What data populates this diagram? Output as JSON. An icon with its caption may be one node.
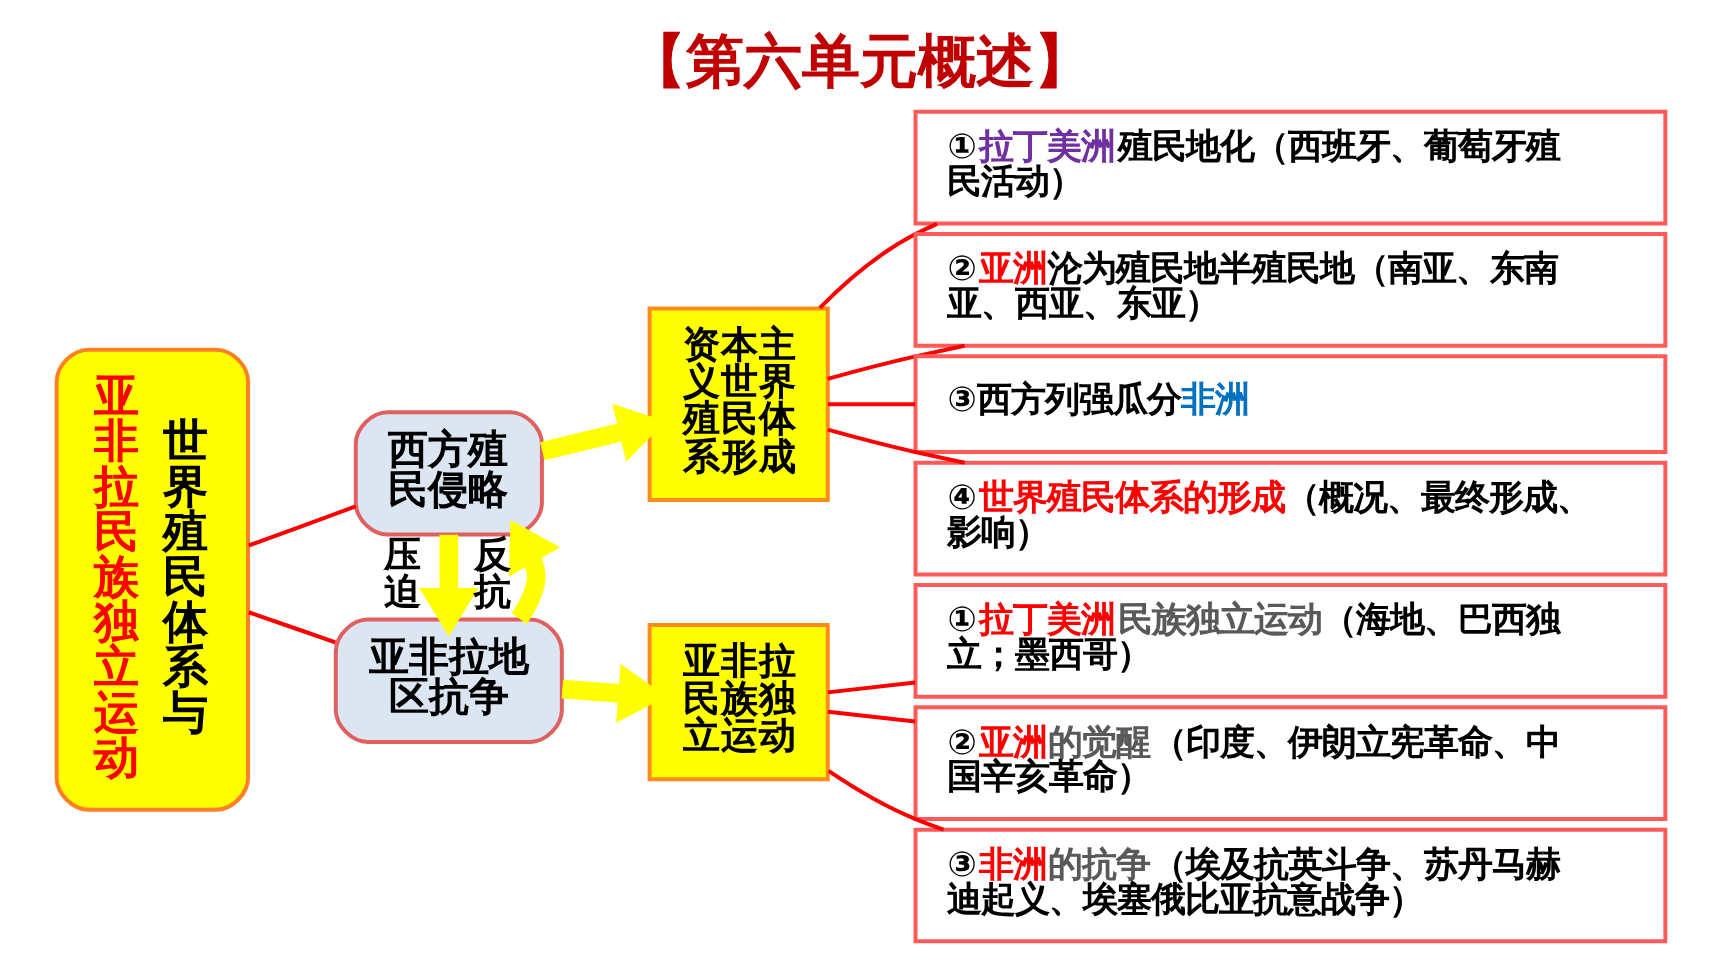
{
  "diagram": {
    "title": "【第六单元概述】",
    "nodes": [
      {
        "text": [
          "亚非拉民族独立运动",
          "世界殖民体系与"
        ]
      },
      {
        "text": [
          "西方殖民侵略"
        ]
      },
      {
        "text": [
          "资本主义世界殖民体系形成"
        ]
      },
      {
        "text": [
          "①拉丁美洲殖民地化（西班牙、葡萄牙殖民活动）"
        ]
      },
      {
        "text": [
          "②亚洲沦为殖民地半殖民地（南亚、东南亚、西亚、东亚）"
        ]
      },
      {
        "text": [
          "③西方列强瓜分非洲"
        ]
      },
      {
        "text": [
          "④世界殖民体系的形成（概况、最终形成、影响）"
        ]
      },
      {
        "text": [
          "亚非拉地区抗争"
        ]
      },
      {
        "text": [
          "亚非拉民族独立运动"
        ]
      },
      {
        "text": [
          "①拉丁美洲民族独立运动（海地、巴西独立；墨西哥）"
        ]
      },
      {
        "text": [
          "②亚洲的觉醒（印度、伊朗立宪革命、中国辛亥革命）"
        ]
      },
      {
        "text": [
          "③非洲的抗争（埃及抗英斗争、苏丹马赫迪起义、埃塞俄比亚抗意战争）"
        ]
      }
    ],
    "edges": [
      {
        "from": 0,
        "to": 1,
        "arrow": "none"
      },
      {
        "from": 0,
        "to": 7,
        "arrow": "none"
      },
      {
        "from": 1,
        "to": 2,
        "arrow": "to",
        "style": "thick",
        "color": "#ffff00"
      },
      {
        "from": 1,
        "to": 7,
        "arrow": "to",
        "label": "压迫",
        "style": "thick",
        "color": "#ffff00"
      },
      {
        "from": 7,
        "to": 1,
        "arrow": "to",
        "label": "反抗",
        "style": "thick",
        "color": "#ffff00"
      },
      {
        "from": 2,
        "to": 3,
        "arrow": "none"
      },
      {
        "from": 2,
        "to": 4,
        "arrow": "none"
      },
      {
        "from": 2,
        "to": 5,
        "arrow": "none"
      },
      {
        "from": 2,
        "to": 6,
        "arrow": "none"
      },
      {
        "from": 7,
        "to": 8,
        "arrow": "to",
        "style": "thick",
        "color": "#ffff00"
      },
      {
        "from": 8,
        "to": 9,
        "arrow": "none"
      },
      {
        "from": 8,
        "to": 10,
        "arrow": "none"
      },
      {
        "from": 8,
        "to": 11,
        "arrow": "none"
      }
    ]
  }
}
